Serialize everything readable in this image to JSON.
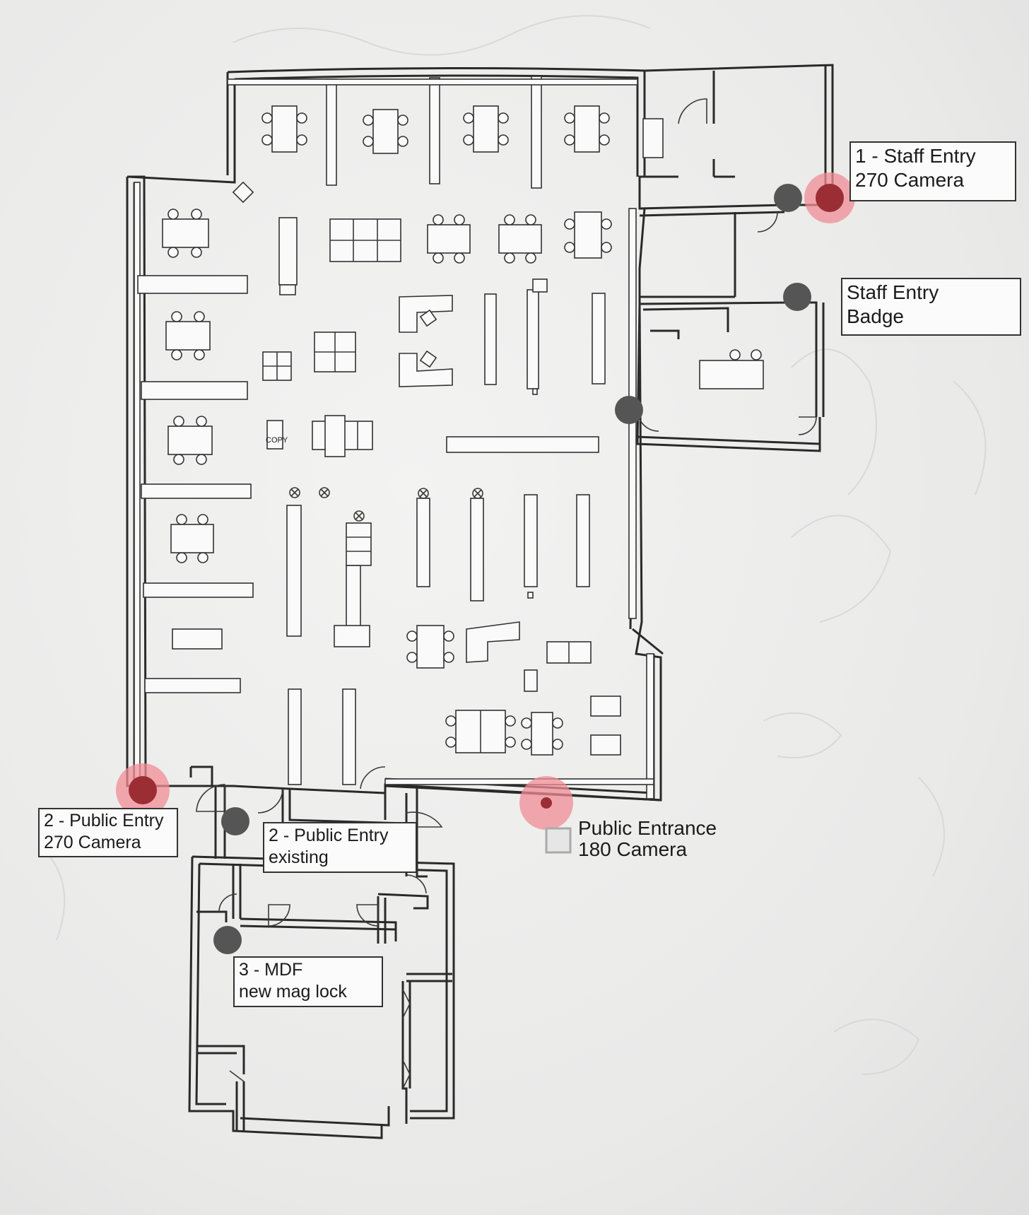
{
  "labels": {
    "staff_entry_camera": {
      "line1": "1 - Staff Entry",
      "line2": "270 Camera"
    },
    "staff_entry_badge": {
      "line1": "Staff Entry",
      "line2": "Badge"
    },
    "public_entry_camera": {
      "line1": "2 - Public Entry",
      "line2": "270 Camera"
    },
    "public_entry_existing": {
      "line1": "2 - Public Entry",
      "line2": "existing"
    },
    "public_entrance_camera": {
      "line1": "Public Entrance",
      "line2": "180 Camera"
    },
    "mdf": {
      "line1": "3 - MDF",
      "line2": "new mag lock"
    }
  },
  "markers": {
    "camera_color": "#9b2d34",
    "camera_halo": "#f08c95",
    "badge_color": "#555555"
  },
  "copier_label": "COPY",
  "icons": [
    "camera-marker",
    "badge-reader-marker",
    "door-swing-icon",
    "table-icon",
    "computer-station-icon"
  ]
}
